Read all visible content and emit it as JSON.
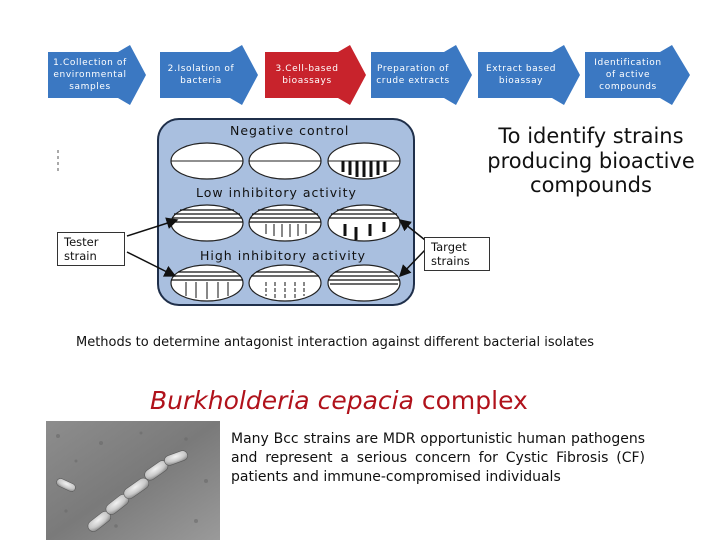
{
  "workflow": {
    "steps": [
      {
        "label": "1.Collection of environmental samples",
        "color": "#3b78c2"
      },
      {
        "label": "2.Isolation of bacteria",
        "color": "#3b78c2"
      },
      {
        "label": "3.Cell-based bioassays",
        "color": "#c8232c"
      },
      {
        "label": "Preparation of crude extracts",
        "color": "#3b78c2"
      },
      {
        "label": "Extract based bioassay",
        "color": "#3b78c2"
      },
      {
        "label": "Identification of active compounds",
        "color": "#3b78c2"
      }
    ]
  },
  "bioassay": {
    "negative_control": "Negative control",
    "low_inhibitory": "Low inhibitory activity",
    "high_inhibitory": "High inhibitory activity",
    "tester_strain": "Tester strain",
    "target_strains": "Target strains"
  },
  "goal": "To identify strains producing bioactive compounds",
  "caption": "Methods to determine antagonist interaction against different bacterial isolates",
  "bcc": {
    "title_italic": "Burkholderia cepacia",
    "title_rest": "complex",
    "description": "Many Bcc strains are MDR opportunistic human pathogens and represent a serious concern for Cystic Fibrosis (CF) patients and immune-compromised individuals"
  },
  "colors": {
    "blue_arrow": "#3b78c2",
    "red_arrow": "#c8232c",
    "panel": "#a9bfdf",
    "title_red": "#b0121b"
  }
}
